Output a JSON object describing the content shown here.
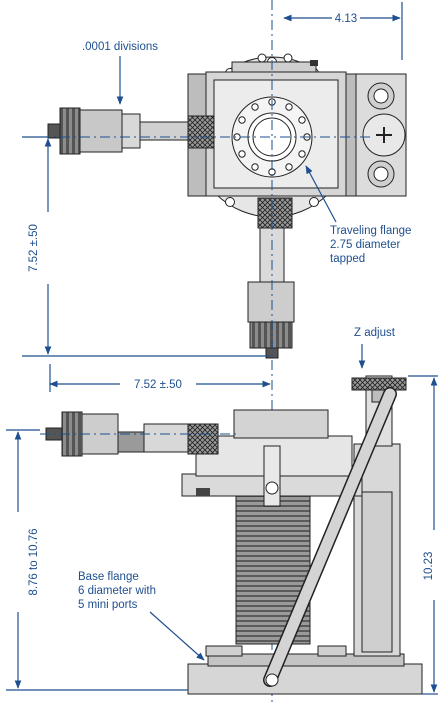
{
  "diagram": {
    "top_view": {
      "dim_offset": "4.13",
      "dim_vertical": "7.52 ±.50",
      "dim_horizontal": "7.52 ±.50",
      "callout_divisions": ".0001 divisions",
      "callout_flange": [
        "Traveling flange",
        "2.75 diameter",
        "tapped"
      ]
    },
    "side_view": {
      "callout_z": "Z adjust",
      "dim_height_range": "8.76 to 10.76",
      "dim_total_height": "10.23",
      "callout_base": [
        "Base flange",
        "6 diameter with",
        "5 mini ports"
      ]
    }
  },
  "colors": {
    "accent": "#1f4f8f",
    "metal_light": "#e6e6e6",
    "metal_mid": "#bfbfbf",
    "metal_dark": "#8c8c8c",
    "outline": "#222222"
  }
}
